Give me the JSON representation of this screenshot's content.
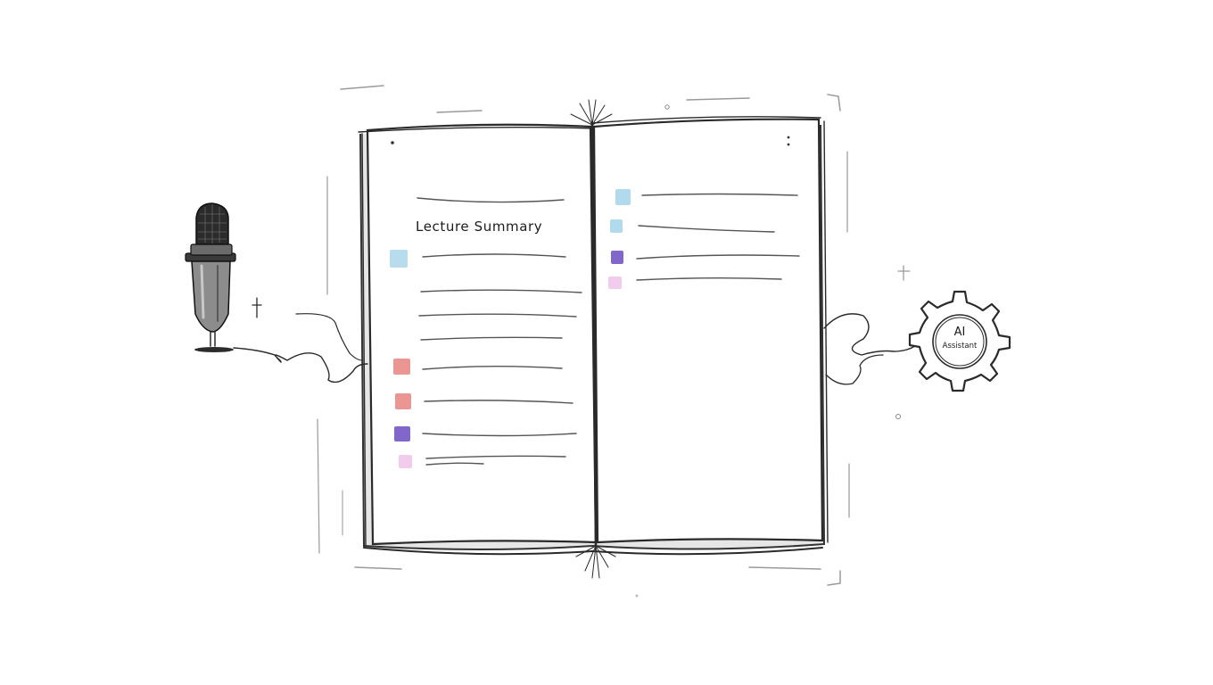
{
  "notebook": {
    "title": "Lecture Summary"
  },
  "assistant": {
    "label_line1": "AI",
    "label_line2": "Assistant"
  },
  "colors": {
    "background": "#ffffff",
    "ink": "#2a2a2a",
    "blue": "#a9d6ea",
    "red": "#e98b86",
    "purple": "#7b5fc7",
    "pink": "#f0c6ea"
  },
  "icons": {
    "microphone": "microphone-icon",
    "gear": "gear-icon",
    "book": "open-book-icon"
  },
  "left_page_items": [
    {
      "name": "blue-note",
      "color": "#a9d6ea"
    },
    {
      "name": "plain-line"
    },
    {
      "name": "plain-line"
    },
    {
      "name": "plain-line"
    },
    {
      "name": "red-note",
      "color": "#e98b86"
    },
    {
      "name": "red-note",
      "color": "#e98b86"
    },
    {
      "name": "purple-note",
      "color": "#7b5fc7"
    },
    {
      "name": "pink-note",
      "color": "#f0c6ea"
    }
  ],
  "right_page_items": [
    {
      "name": "blue-note",
      "color": "#a9d6ea"
    },
    {
      "name": "blue-note",
      "color": "#a9d6ea"
    },
    {
      "name": "purple-note",
      "color": "#7b5fc7"
    },
    {
      "name": "pink-note",
      "color": "#f0c6ea"
    }
  ]
}
